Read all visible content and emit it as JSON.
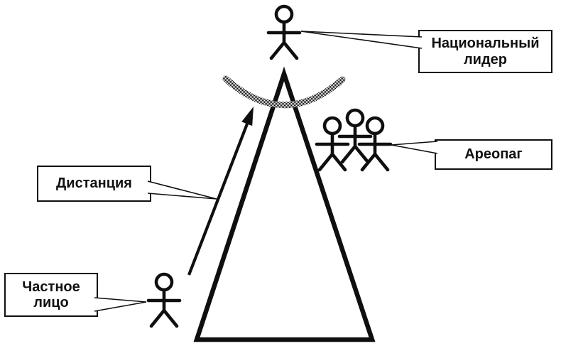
{
  "diagram": {
    "type": "pyramid-hierarchy-scheme",
    "callouts": {
      "national_leader": {
        "label": "Национальный\nлидер"
      },
      "areopagus": {
        "label": "Ареопаг"
      },
      "distance": {
        "label": "Дистанция"
      },
      "private_person": {
        "label": "Частное\nлицо"
      }
    },
    "icons": {
      "leader_figure": "person-icon",
      "areopagus_group": "three-persons-group-icon",
      "private_person_figure": "person-icon",
      "distance_arrow": "up-right-arrow-icon",
      "pyramid": "triangle-shape",
      "barrier_arc": "gray-dithered-arc-band"
    },
    "colors": {
      "ink": "#0f0f0f",
      "arc_dither_dark": "#000000",
      "arc_dither_light": "#ffffff",
      "box_background": "#ffffff",
      "page_background": "#ffffff"
    }
  }
}
